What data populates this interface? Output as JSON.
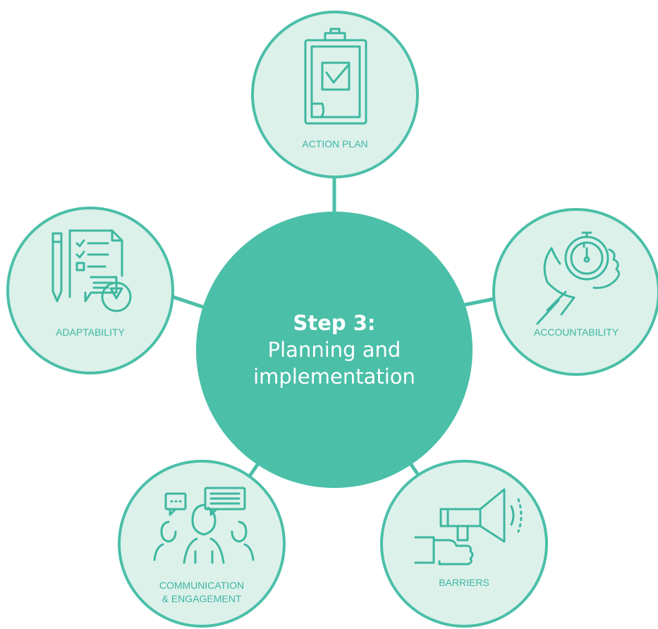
{
  "center": {
    "title": "Step 3:",
    "subtitle_line1": "Planning and",
    "subtitle_line2": "implementation"
  },
  "nodes": {
    "action_plan": {
      "label": "ACTION PLAN",
      "icon": "clipboard-check-icon"
    },
    "accountability": {
      "label": "ACCOUNTABILITY",
      "icon": "hand-stopwatch-icon"
    },
    "barriers": {
      "label": "BARRIERS",
      "icon": "megaphone-icon"
    },
    "communication": {
      "label_line1": "COMMUNICATION",
      "label_line2": "& ENGAGEMENT",
      "icon": "people-chat-icon"
    },
    "adaptability": {
      "label": "ADAPTABILITY",
      "icon": "checklist-pen-icon"
    }
  },
  "colors": {
    "accent": "#4bbfa8",
    "node_fill": "#ddf1eb",
    "label_text": "#3db79f",
    "center_text": "#ffffff"
  }
}
